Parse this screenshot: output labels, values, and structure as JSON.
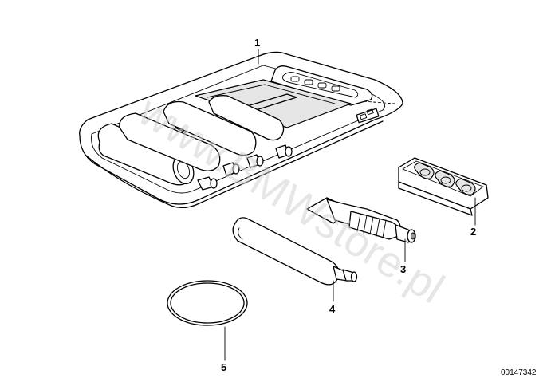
{
  "watermark": "www.BMWstore.pl",
  "document_number": "00147342",
  "callouts": [
    "1",
    "2",
    "3",
    "4",
    "5"
  ],
  "parts": [
    {
      "number": "1",
      "icon": "tool-roll-bag-icon"
    },
    {
      "number": "2",
      "icon": "valve-insert-holder-icon"
    },
    {
      "number": "3",
      "icon": "sealant-tube-icon"
    },
    {
      "number": "4",
      "icon": "co2-cartridge-icon"
    },
    {
      "number": "5",
      "icon": "sealing-ring-icon"
    }
  ]
}
